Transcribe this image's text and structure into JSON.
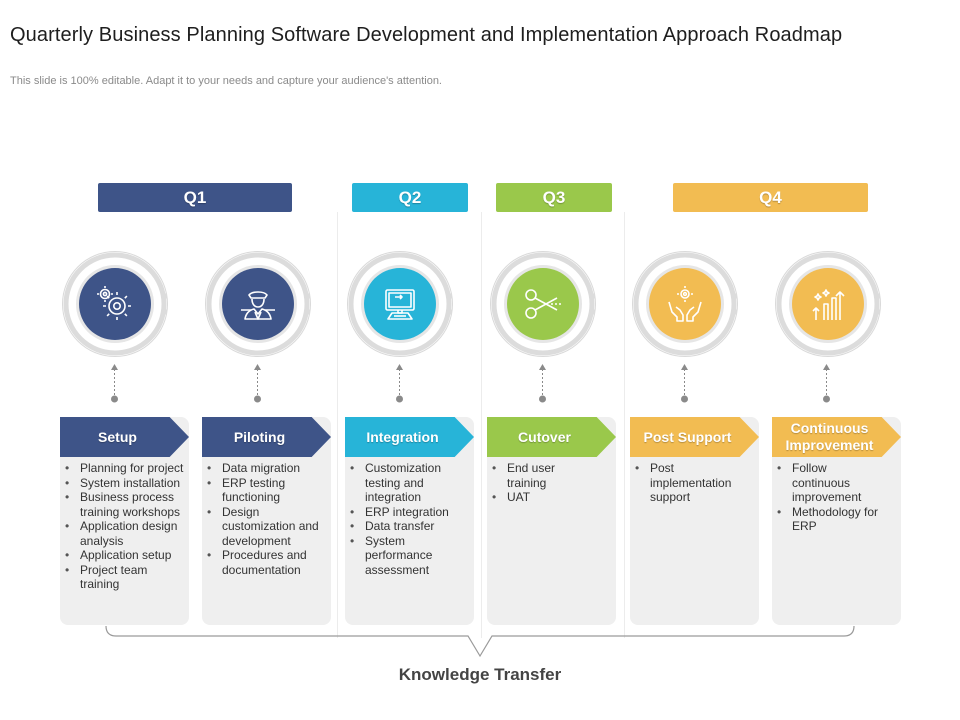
{
  "title": "Quarterly Business Planning Software Development and Implementation Approach Roadmap",
  "subtitle": "This slide is 100% editable. Adapt it to your needs and capture your audience's attention.",
  "colors": {
    "navy": "#3e5488",
    "cyan": "#27b4d8",
    "green": "#9ac84b",
    "gold": "#f2bc52"
  },
  "quarters": [
    {
      "label": "Q1",
      "color": "#3e5488"
    },
    {
      "label": "Q2",
      "color": "#27b4d8"
    },
    {
      "label": "Q3",
      "color": "#9ac84b"
    },
    {
      "label": "Q4",
      "color": "#f2bc52"
    }
  ],
  "phases": [
    {
      "name": "Setup",
      "icon": "gears-icon",
      "color": "#3e5488",
      "items": [
        "Planning for project",
        "System installation",
        "Business process training workshops",
        "Application design analysis",
        "Application setup",
        "Project team training"
      ]
    },
    {
      "name": "Piloting",
      "icon": "pilot-icon",
      "color": "#3e5488",
      "items": [
        "Data migration",
        "ERP testing functioning",
        "Design customization and development",
        "Procedures and documentation"
      ]
    },
    {
      "name": "Integration",
      "icon": "computer-icon",
      "color": "#27b4d8",
      "items": [
        "Customization testing and integration",
        "ERP integration",
        "Data transfer",
        "System performance assessment"
      ]
    },
    {
      "name": "Cutover",
      "icon": "scissors-icon",
      "color": "#9ac84b",
      "items": [
        "End user training",
        "UAT"
      ]
    },
    {
      "name": "Post Support",
      "icon": "hands-gear-icon",
      "color": "#f2bc52",
      "items": [
        "Post implementation support"
      ]
    },
    {
      "name": "Continuous Improvement",
      "icon": "growth-chart-icon",
      "color": "#f2bc52",
      "items": [
        "Follow continuous improvement",
        "Methodology for ERP"
      ]
    }
  ],
  "footer": "Knowledge Transfer"
}
